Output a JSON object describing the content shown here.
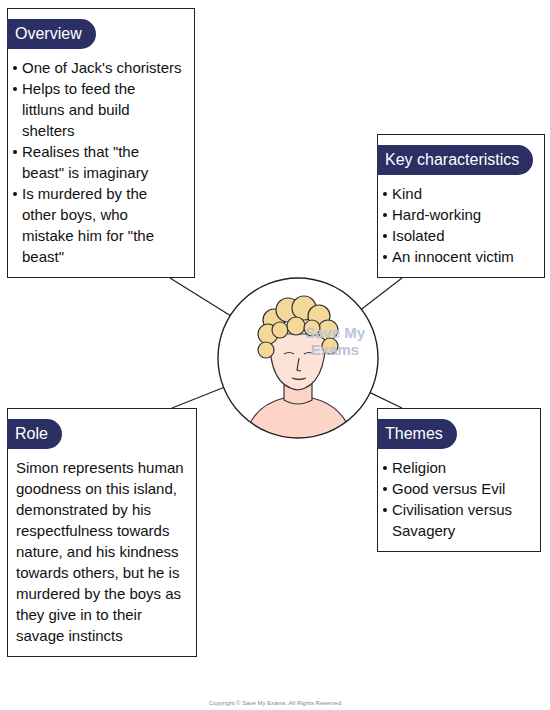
{
  "diagram": {
    "nodes": [
      {
        "text": [
          "Overview",
          "One of Jack's choristers",
          "Helps to feed the littluns and build shelters",
          "Realises that \"the beast\" is imaginary",
          "Is murdered by the other boys, who mistake him for \"the beast\""
        ]
      },
      {
        "text": [
          "Key characteristics",
          "Kind",
          "Hard-working",
          "Isolated",
          "An innocent victim"
        ]
      },
      {
        "text": [
          "Role",
          "Simon represents human goodness on this island, demonstrated by his respectfulness towards nature, and his kindness towards others, but he is murdered by the boys as they give in to their savage instincts"
        ]
      },
      {
        "text": [
          "Themes",
          "Religion",
          "Good versus Evil",
          "Civilisation versus Savagery"
        ]
      }
    ],
    "labels": [
      "Save My Exams",
      "Copyright © Save My Exams. All Rights Reserved"
    ]
  }
}
